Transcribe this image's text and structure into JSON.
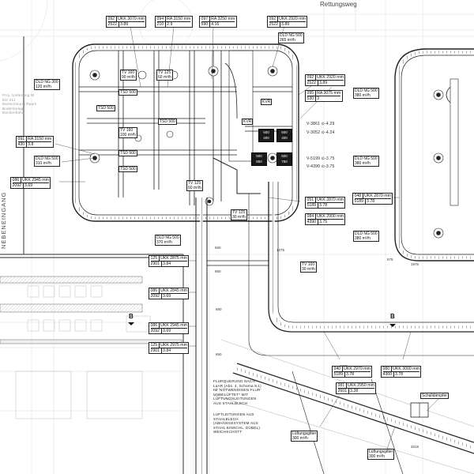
{
  "labels": {
    "escape_route": "Rettungsweg",
    "side_entrance": "NEBENEINGANG",
    "section_marker_left": "B",
    "section_marker_right": "B",
    "kvr_1": "KVR",
    "kvr_2": "KVR",
    "silencer": "Schalldämpfer"
  },
  "tags": [
    {
      "id": "092-ukk-3070",
      "l1": [
        "092",
        "UKK 3070 mm"
      ],
      "l2": [
        "2522",
        "3.89"
      ]
    },
    {
      "id": "094-ra-3150",
      "l1": [
        "094",
        "RA 3150 mm"
      ],
      "l2": [
        "210",
        "2.9"
      ]
    },
    {
      "id": "097-ra-3250",
      "l1": [
        "097",
        "RA 3250 mm"
      ],
      "l2": [
        "590",
        "4.16"
      ]
    },
    {
      "id": "092-ukk-2920-top",
      "l1": [
        "092",
        "UKK 2920 mm"
      ],
      "l2": [
        "2522",
        "3.89"
      ]
    },
    {
      "id": "092-ukk-2920-r",
      "l1": [
        "092",
        "UKK 2920 mm"
      ],
      "l2": [
        "2522",
        "3.89"
      ]
    },
    {
      "id": "095-ra-3075",
      "l1": [
        "095",
        "RA 3075 mm"
      ],
      "l2": [
        "530",
        "3"
      ]
    },
    {
      "id": "091-ra-3150",
      "l1": [
        "091",
        "RA 3150 mm"
      ],
      "l2": [
        "430",
        "3.8"
      ]
    },
    {
      "id": "086-ukk-2945-l",
      "l1": [
        "086",
        "UKK 2945 mm"
      ],
      "l2": [
        "2092",
        "3.69"
      ]
    },
    {
      "id": "051-ukk-2870",
      "l1": [
        "051",
        "UKK 2870 mm"
      ],
      "l2": [
        "5189",
        "3.78"
      ]
    },
    {
      "id": "048-ukk-2870",
      "l1": [
        "048",
        "UKK 2870 mm"
      ],
      "l2": [
        "5189",
        "3.78"
      ]
    },
    {
      "id": "084-ukk-2900",
      "l1": [
        "084",
        "UKK 2900 mm"
      ],
      "l2": [
        "4390",
        "3.75"
      ]
    },
    {
      "id": "125-ukk-2875",
      "l1": [
        "125",
        "UKK 2875 mm"
      ],
      "l2": [
        "2901",
        "3.84"
      ]
    },
    {
      "id": "086-ukk-2845",
      "l1": [
        "086",
        "UKK 2845 mm"
      ],
      "l2": [
        "2092",
        "3.69"
      ]
    },
    {
      "id": "086-ukk-2945-m",
      "l1": [
        "086",
        "UKK 2945 mm"
      ],
      "l2": [
        "2092",
        "3.69"
      ]
    },
    {
      "id": "125-ukk-2975",
      "l1": [
        "125",
        "UKK 2975 mm"
      ],
      "l2": [
        "2901",
        "3.84"
      ]
    },
    {
      "id": "040-ukk-2970",
      "l1": [
        "040",
        "UKK 2970 mm"
      ],
      "l2": [
        "5189",
        "3.78"
      ]
    },
    {
      "id": "080-ukk-3000",
      "l1": [
        "080",
        "UKK 3000 mm"
      ],
      "l2": [
        "4360",
        "3.78"
      ]
    },
    {
      "id": "081-ukk-2950",
      "l1": [
        "081",
        "UKK 2950 mm"
      ],
      "l2": [
        "2601",
        "3.28"
      ]
    }
  ],
  "boxes": [
    {
      "id": "dld-ng-500-265",
      "l1": "DLD NG 500",
      "l2": "265 m³/h"
    },
    {
      "id": "dld-ng-300-120",
      "l1": "DLD NG 300",
      "l2": "120 m³/h"
    },
    {
      "id": "dld-ng-500-310",
      "l1": "DLD NG 500",
      "l2": "310 m³/h"
    },
    {
      "id": "dld-ng-500-380-a",
      "l1": "DLD NG 500",
      "l2": "380 m³/h"
    },
    {
      "id": "dld-ng-500-380-b",
      "l1": "DLD NG 500",
      "l2": "380 m³/h"
    },
    {
      "id": "dld-ng-500-380-c",
      "l1": "DLD NG 500",
      "l2": "380 m³/h"
    },
    {
      "id": "dld-ng-500-370",
      "l1": "DLD NG 500",
      "l2": "370 m³/h"
    },
    {
      "id": "tv-160-90",
      "l1": "TV 160",
      "l2": "90 m³/h"
    },
    {
      "id": "tv-125-60",
      "l1": "TV 125",
      "l2": "60 m³/h"
    },
    {
      "id": "tv-160-100",
      "l1": "TV 160",
      "l2": "100 m³/h"
    },
    {
      "id": "tv-125-30",
      "l1": "TV 125",
      "l2": "30 m³/h"
    },
    {
      "id": "tv-100-30",
      "l1": "TV 100",
      "l2": "30 m³/h"
    },
    {
      "id": "tv-125-60-b",
      "l1": "TV 125",
      "l2": "60 m³/h"
    },
    {
      "id": "lueftungsgitter-1",
      "l1": "Lüftungsgitter",
      "l2": "300 m³/h"
    },
    {
      "id": "lueftungsgitter-2",
      "l1": "Lüftungsgitter",
      "l2": "300 m³/h"
    }
  ],
  "volumes": [
    {
      "id": "v-3861",
      "text": "V-3861 ⊙-4.29"
    },
    {
      "id": "v-3052",
      "text": "V-3052 ⊙-4.24"
    },
    {
      "id": "v-5199",
      "text": "V-5199 ⊙-3.75"
    },
    {
      "id": "v-4390",
      "text": "V-4390 ⊙-3.75"
    }
  ],
  "tsd": [
    "TSD 500",
    "TSD 500",
    "TSD 500",
    "TSD 500",
    "TSD 500"
  ],
  "dark_units": [
    {
      "id": "unit-1",
      "l1": "500",
      "l2": "400"
    },
    {
      "id": "unit-2",
      "l1": "500",
      "l2": "400"
    },
    {
      "id": "unit-3",
      "l1": "500",
      "l2": "850"
    },
    {
      "id": "unit-4",
      "l1": "500",
      "l2": "750"
    }
  ],
  "notes": {
    "corridor": "FLURQUERUNG NACH\nLüAR (Abs. 4, Schema 8.1)\nIM 'NOTWENDIGEN FLUR'\nUNBELÜFTET* MIT\nLÜFTUNGSLEITUNGEN\nAUS STAHLBLECH",
    "ducts": "LUFTLEITUNGEN AUS\nSTAHLBLECH\n(ABHÄNGESYSTEM AUS\nSTAHL EINSCHL. DÜBEL)\nWEICHSCHOTT",
    "legend": "Proj. Umleitung W\nEG-011\nBezeichnung Raum\nBodenbelag\nDeckenhöhe"
  },
  "dims": [
    "650",
    "650",
    "1275",
    "575",
    "1975",
    "2018",
    "1275",
    "650",
    "650"
  ]
}
